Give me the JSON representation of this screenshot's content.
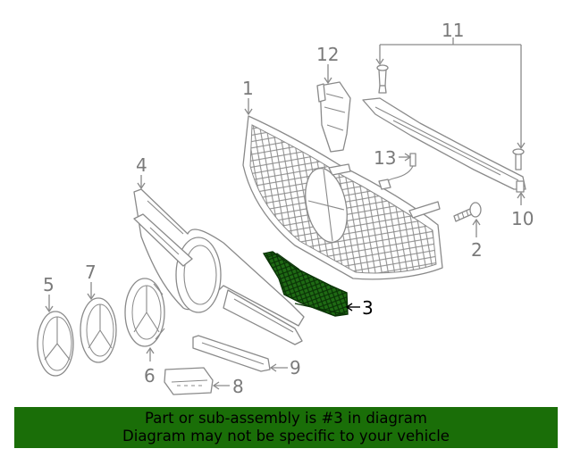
{
  "callouts": {
    "c1": "1",
    "c2": "2",
    "c3": "3",
    "c4": "4",
    "c5": "5",
    "c6": "6",
    "c7": "7",
    "c8": "8",
    "c9": "9",
    "c10": "10",
    "c11": "11",
    "c12": "12",
    "c13": "13"
  },
  "highlight_part": "3",
  "banner": {
    "line1": "Part or sub-assembly is #3 in diagram",
    "line2": "Diagram may not be specific to your vehicle"
  },
  "colors": {
    "banner_bg": "#1a6e08",
    "highlight_fill": "#1f6b14",
    "line_art": "#8a8a8a"
  }
}
